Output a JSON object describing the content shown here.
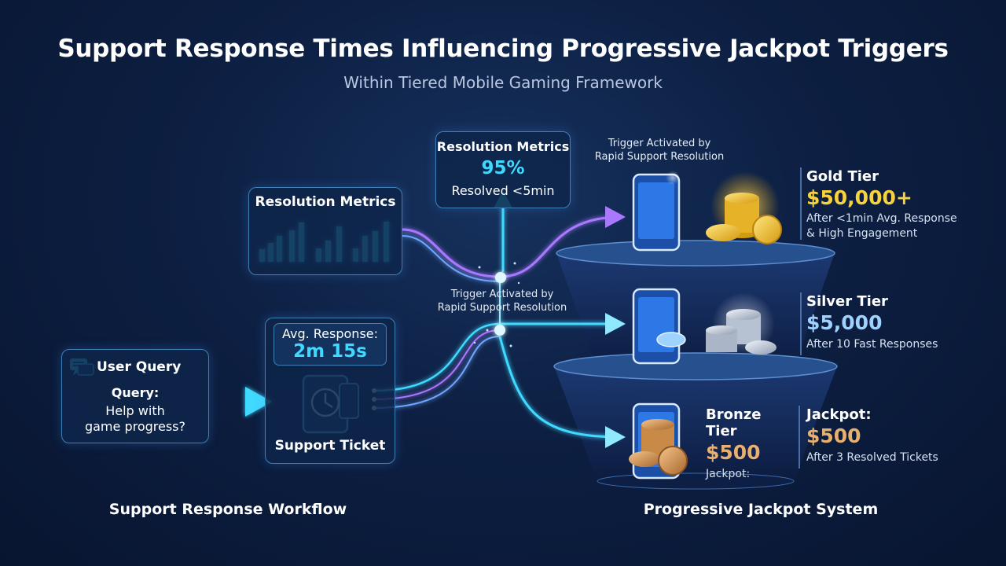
{
  "header": {
    "title": "Support Response Times Influencing Progressive Jackpot Triggers",
    "subtitle": "Within Tiered Mobile Gaming Framework"
  },
  "user_query": {
    "heading": "User Query",
    "label": "Query:",
    "line1": "Help with",
    "line2": "game progress?"
  },
  "support_ticket": {
    "response_label": "Avg. Response:",
    "response_value": "2m 15s",
    "label": "Support Ticket"
  },
  "metrics_left": {
    "heading": "Resolution Metrics"
  },
  "metrics_top": {
    "heading": "Resolution Metrics",
    "value": "95%",
    "detail": "Resolved <5min"
  },
  "trigger_notes": {
    "top": {
      "line1": "Trigger Activated by",
      "line2": "Rapid Support Resolution"
    },
    "middle": {
      "line1": "Trigger Activated by",
      "line2": "Rapid Support Resolution"
    }
  },
  "tiers": {
    "gold": {
      "name": "Gold Tier",
      "amount": "$50,000+",
      "line1": "After <1min Avg. Response",
      "line2": "& High Engagement"
    },
    "silver": {
      "name": "Silver Tier",
      "amount": "$5,000",
      "line1": "After 10 Fast Responses"
    },
    "bronze": {
      "name": "Bronze Tier",
      "amount": "$500",
      "label": "Jackpot:"
    },
    "jackpot": {
      "name": "Jackpot:",
      "amount": "$500",
      "line1": "After 3 Resolved Tickets"
    }
  },
  "footer": {
    "left": "Support Response Workflow",
    "right": "Progressive Jackpot System"
  },
  "colors": {
    "accent_cyan": "#3fd9ff",
    "gold": "#f7d23e",
    "silver": "#9fd2ff",
    "bronze": "#e7b071",
    "flow_purple": "#a978ff"
  }
}
